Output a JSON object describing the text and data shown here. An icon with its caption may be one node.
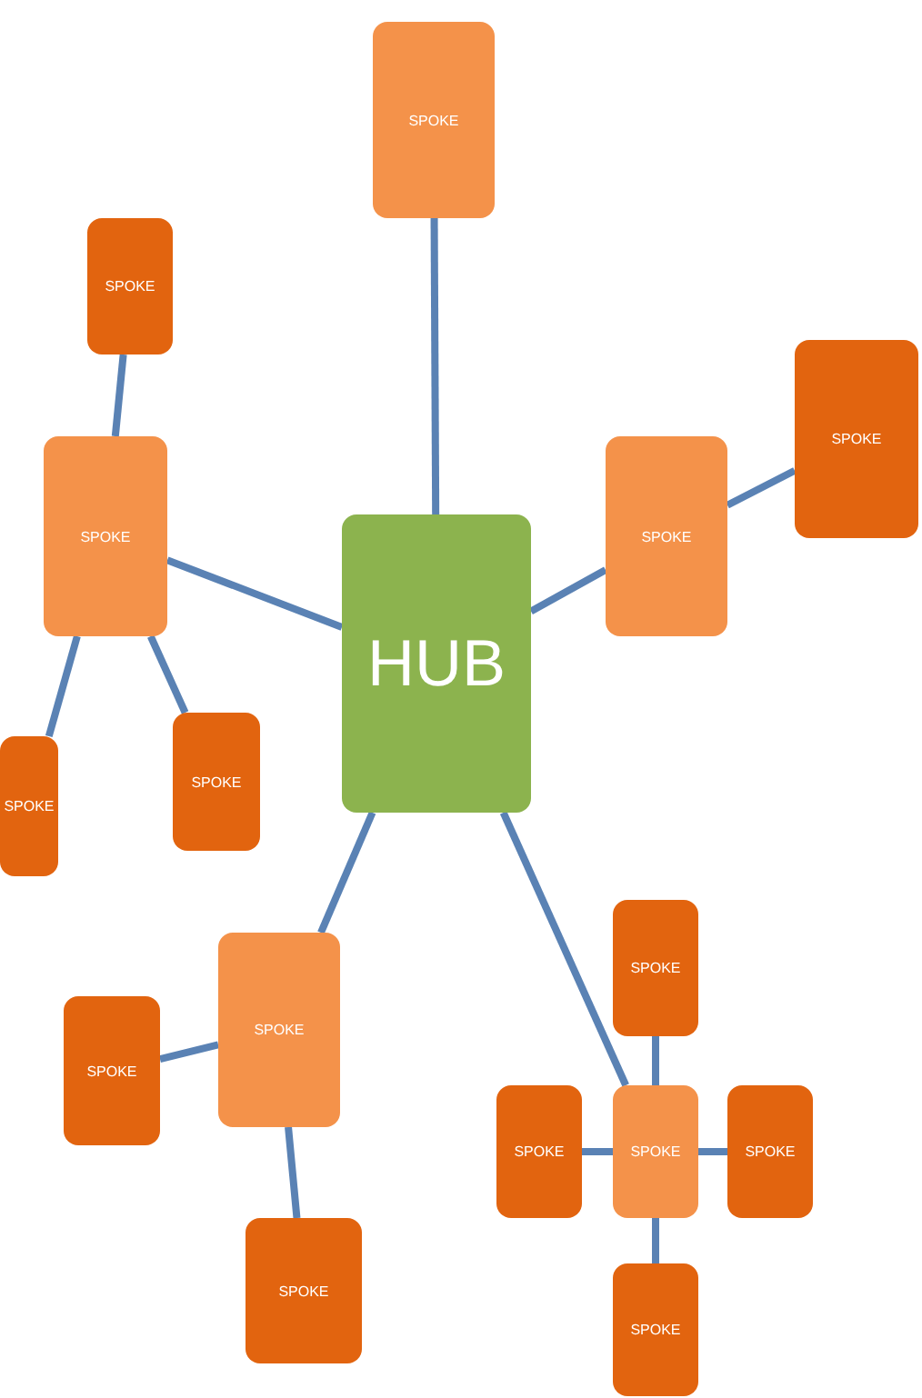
{
  "diagram": {
    "nodes": [
      {
        "text": [
          "HUB"
        ]
      },
      {
        "text": [
          "SPOKE"
        ]
      },
      {
        "text": [
          "SPOKE"
        ]
      },
      {
        "text": [
          "SPOKE"
        ]
      },
      {
        "text": [
          "SPOKE"
        ]
      },
      {
        "text": [
          "SPOKE"
        ]
      },
      {
        "text": [
          "SPOKE"
        ]
      },
      {
        "text": [
          "SPOKE"
        ]
      },
      {
        "text": [
          "SPOKE"
        ]
      },
      {
        "text": [
          "SPOKE"
        ]
      },
      {
        "text": [
          "SPOKE"
        ]
      },
      {
        "text": [
          "SPOKE"
        ]
      },
      {
        "text": [
          "SPOKE"
        ]
      },
      {
        "text": [
          "SPOKE"
        ]
      },
      {
        "text": [
          "SPOKE"
        ]
      },
      {
        "text": [
          "SPOKE"
        ]
      }
    ],
    "edges": [
      {
        "from": 0,
        "to": 1,
        "arrow": "none"
      },
      {
        "from": 0,
        "to": 2,
        "arrow": "none"
      },
      {
        "from": 0,
        "to": 3,
        "arrow": "none"
      },
      {
        "from": 0,
        "to": 4,
        "arrow": "none"
      },
      {
        "from": 0,
        "to": 5,
        "arrow": "none"
      },
      {
        "from": 2,
        "to": 6,
        "arrow": "none"
      },
      {
        "from": 2,
        "to": 7,
        "arrow": "none"
      },
      {
        "from": 2,
        "to": 8,
        "arrow": "none"
      },
      {
        "from": 3,
        "to": 9,
        "arrow": "none"
      },
      {
        "from": 4,
        "to": 10,
        "arrow": "none"
      },
      {
        "from": 4,
        "to": 11,
        "arrow": "none"
      },
      {
        "from": 5,
        "to": 12,
        "arrow": "none"
      },
      {
        "from": 5,
        "to": 13,
        "arrow": "none"
      },
      {
        "from": 5,
        "to": 14,
        "arrow": "none"
      },
      {
        "from": 5,
        "to": 15,
        "arrow": "none"
      }
    ]
  }
}
